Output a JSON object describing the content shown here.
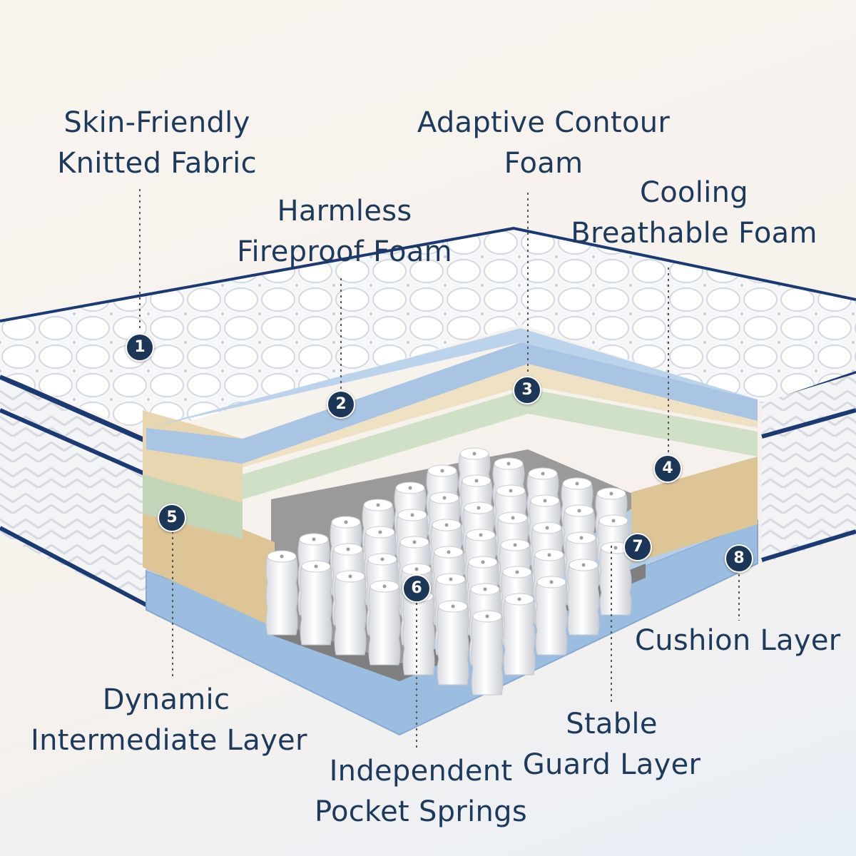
{
  "layers": [
    {
      "number": "1",
      "lines": [
        "Skin-Friendly",
        "Knitted Fabric"
      ]
    },
    {
      "number": "2",
      "lines": [
        "Harmless",
        "Fireproof Foam"
      ]
    },
    {
      "number": "3",
      "lines": [
        "Adaptive Contour",
        "Foam"
      ]
    },
    {
      "number": "4",
      "lines": [
        "Cooling",
        "Breathable Foam"
      ]
    },
    {
      "number": "5",
      "lines": [
        "Dynamic",
        "Intermediate Layer"
      ]
    },
    {
      "number": "6",
      "lines": [
        "Independent",
        "Pocket Springs"
      ]
    },
    {
      "number": "7",
      "lines": [
        "Stable",
        "Guard Layer"
      ]
    },
    {
      "number": "8",
      "lines": [
        "Cushion Layer"
      ]
    }
  ],
  "colors": {
    "label_text": "#1d3a5c",
    "badge_fill": "#1c3658",
    "piping": "#1b3a73",
    "fabric": "#f4f5f7",
    "fireproof_foam": "#a9c5e3",
    "contour_foam": "#efe2c4",
    "cooling_foam": "#cfe0c6",
    "intermediate_layer": "#ddc595",
    "spring_bed": "#9a9a9a",
    "cushion_layer": "#9bbde0"
  }
}
